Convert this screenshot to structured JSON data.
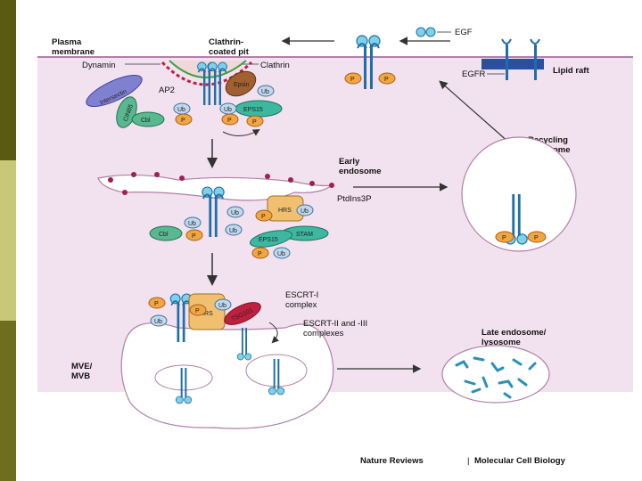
{
  "colors": {
    "sidebar_dark": "#5a5a12",
    "sidebar_light": "#c8c878",
    "membrane": "#e8c8e0",
    "lipid_raft": "#2a4fa0",
    "receptor": "#1e6fa8",
    "egf": "#7fd0e8",
    "ub": "#c0d8ec",
    "phospho": "#f3a540",
    "hrs": "#f0c070",
    "stam": "#3cb8a0",
    "eps15": "#3cb8a0",
    "intersectin": "#8080d0",
    "cbl": "#58b890",
    "epsin": "#a06030"
  },
  "labels": {
    "plasma_membrane": "Plasma\nmembrane",
    "clathrin_pit": "Clathrin-\ncoated pit",
    "dynamin": "Dynamin",
    "clathrin": "Clathrin",
    "egf": "EGF",
    "egfr": "EGFR",
    "lipid_raft": "Lipid raft",
    "ap2": "AP2",
    "intersectin": "Intersectin",
    "cin85": "CIN85",
    "cbl": "Cbl",
    "epsin": "Epsin",
    "eps15": "EPS15",
    "ub": "Ub",
    "p": "P",
    "early_endosome": "Early\nendosome",
    "ptdins3p": "PtdIns3P",
    "hrs": "HRS",
    "stam": "STAM",
    "recycling_endosome": "Recycling\nendosome",
    "escrt1": "ESCRT-I\ncomplex",
    "escrt23": "ESCRT-II and -III\ncomplexes",
    "tsg101": "TSG101",
    "mve": "MVE/\nMVB",
    "late_endosome": "Late endosome/\nlysosome",
    "credit_a": "Nature Reviews",
    "credit_sep": "|",
    "credit_b": "Molecular Cell Biology"
  }
}
